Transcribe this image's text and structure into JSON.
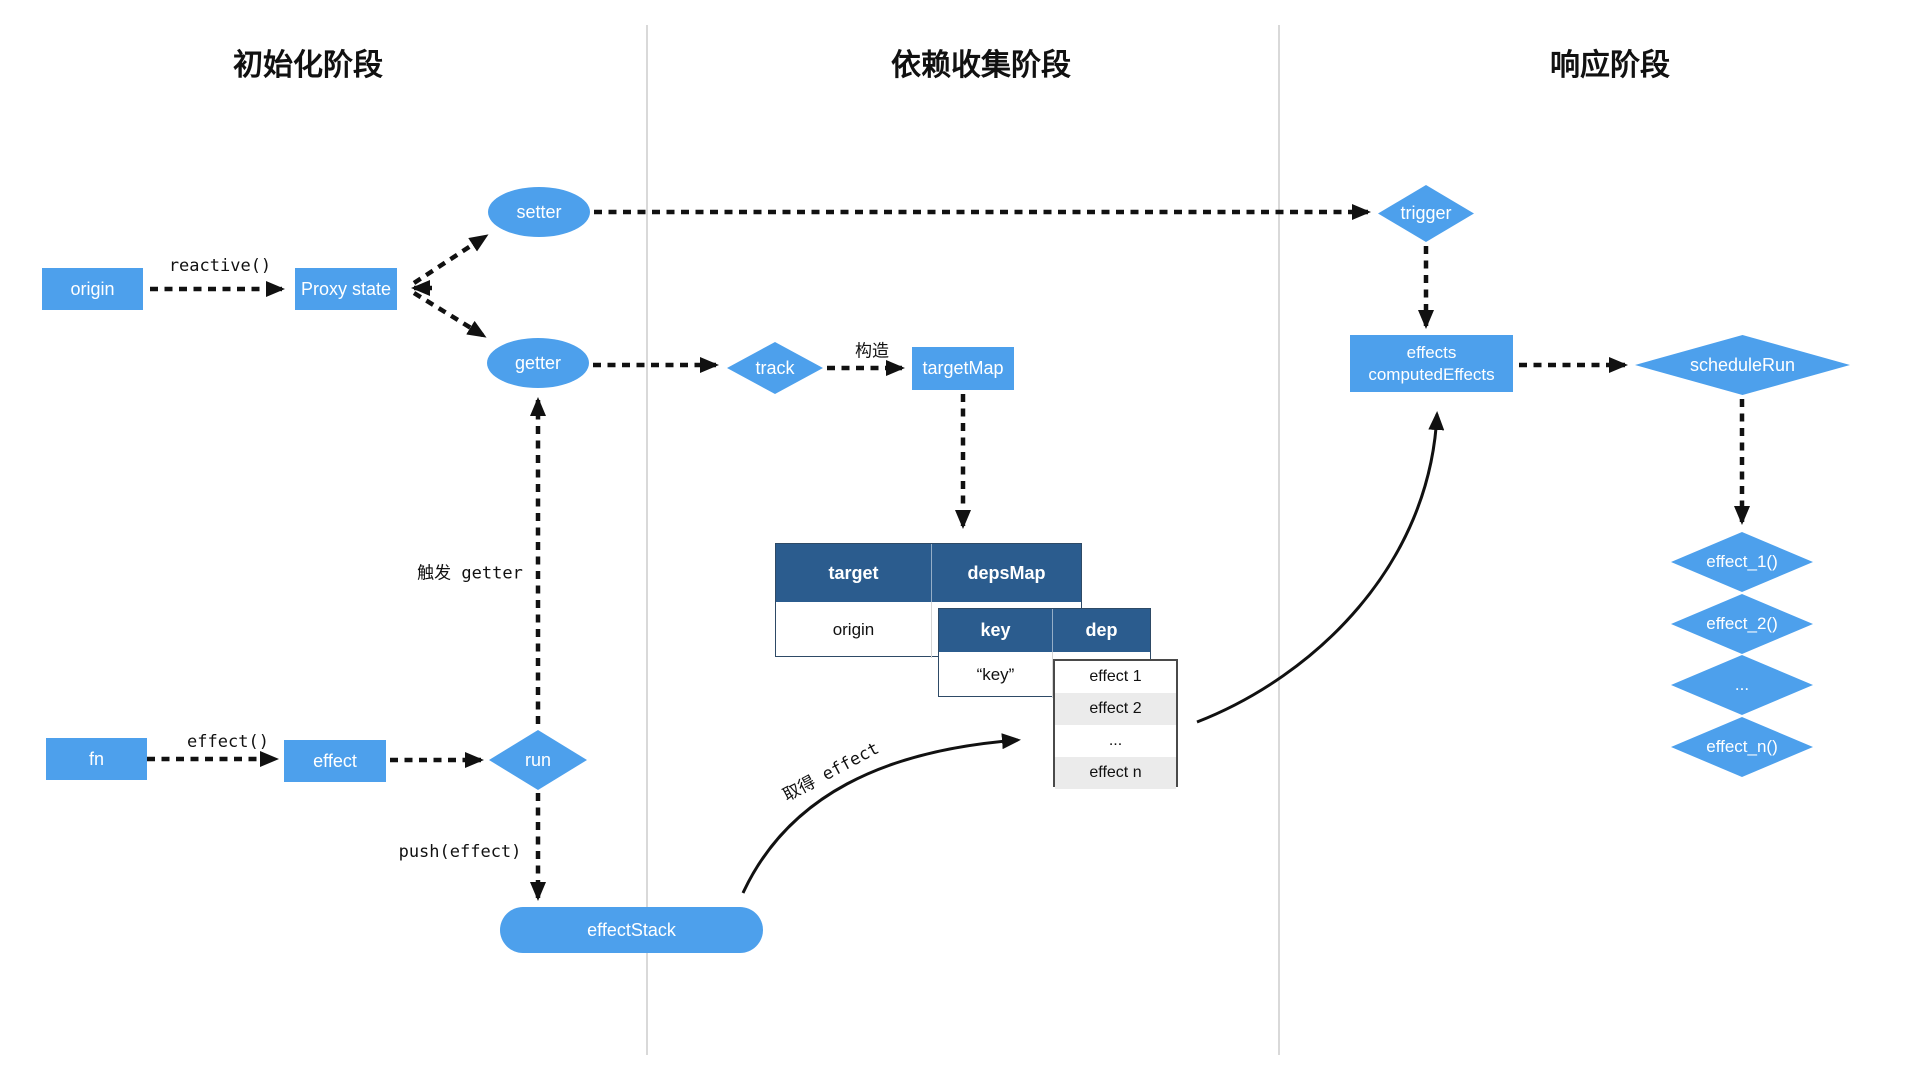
{
  "diagram": {
    "phases": [
      {
        "label": "初始化阶段"
      },
      {
        "label": "依赖收集阶段"
      },
      {
        "label": "响应阶段"
      }
    ],
    "nodes": {
      "origin": "origin",
      "proxy_state": "Proxy state",
      "setter": "setter",
      "getter": "getter",
      "track": "track",
      "target_map": "targetMap",
      "trigger": "trigger",
      "effects_line1": "effects",
      "effects_line2": "computedEffects",
      "schedule_run": "scheduleRun",
      "fn": "fn",
      "effect": "effect",
      "run": "run",
      "effect_stack": "effectStack",
      "effect_1": "effect_1()",
      "effect_2": "effect_2()",
      "effect_dots": "...",
      "effect_n": "effect_n()"
    },
    "edge_labels": {
      "reactive": "reactive()",
      "construct": "构造",
      "trigger_getter": "触发 getter",
      "effect_call": "effect()",
      "push_effect": "push(effect)",
      "get_effect": "取得 effect"
    },
    "tables": {
      "target_map": {
        "headers": [
          "target",
          "depsMap"
        ],
        "row": [
          "origin"
        ]
      },
      "deps_map": {
        "headers": [
          "key",
          "dep"
        ],
        "row": [
          "“key”"
        ]
      },
      "dep_list": {
        "rows": [
          "effect 1",
          "effect 2",
          "...",
          "effect n"
        ]
      }
    },
    "colors": {
      "node_blue": "#4DA0EC",
      "table_header_navy": "#2B5C8E",
      "row_alt_gray": "#EBEBEB",
      "arrow_black": "#111111",
      "divider_gray": "#D9D9D9"
    }
  }
}
